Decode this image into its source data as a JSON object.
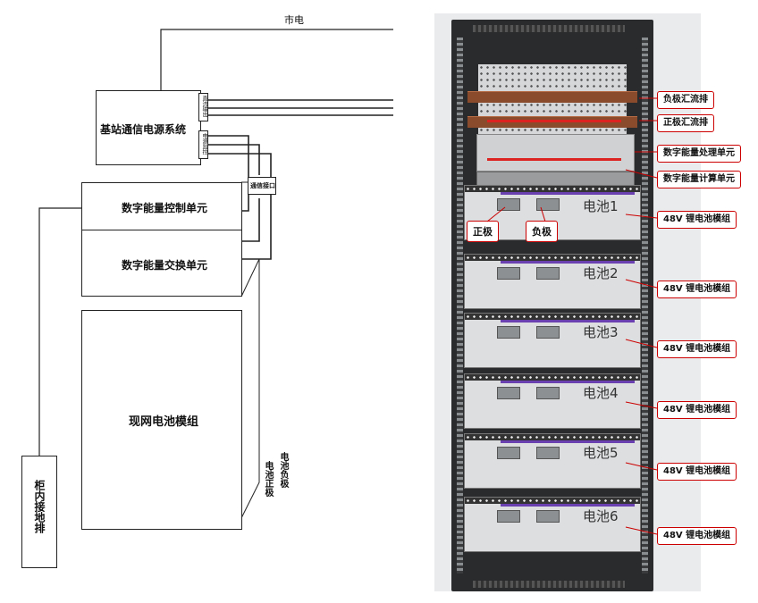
{
  "left": {
    "mains_label": "市电",
    "power_system": "基站通信电源系统",
    "ps_port_top": "直流输出",
    "ps_port_bottom": "电源监控",
    "comm_port": "通信接口",
    "control_unit": "数字能量控制单元",
    "switch_unit": "数字能量交换单元",
    "battery_module": "现网电池模组",
    "ground_bar": "柜内接地排",
    "battery_pos": "电池正极",
    "battery_neg": "电池负极"
  },
  "right": {
    "callouts": {
      "neg_bus": "负极汇流排",
      "pos_bus": "正极汇流排",
      "processing": "数字能量处理单元",
      "computing": "数字能量计算单元"
    },
    "pos_label": "正极",
    "neg_label": "负极",
    "module_label": "48V 锂电池模组",
    "batteries": [
      "电池1",
      "电池2",
      "电池3",
      "电池4",
      "电池5",
      "电池6"
    ]
  }
}
